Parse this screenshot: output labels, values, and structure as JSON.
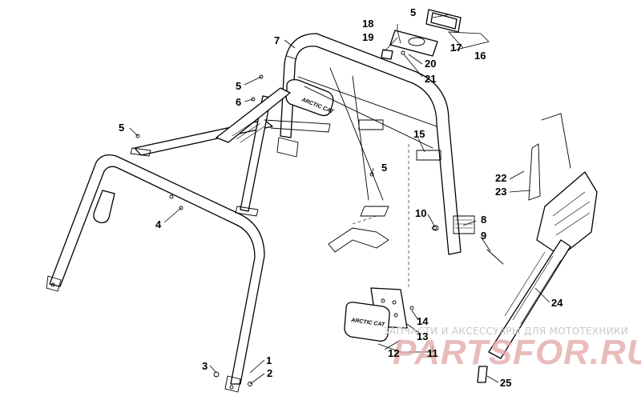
{
  "callouts": [
    {
      "id": "c1",
      "label": "1"
    },
    {
      "id": "c2",
      "label": "2"
    },
    {
      "id": "c3",
      "label": "3"
    },
    {
      "id": "c4",
      "label": "4"
    },
    {
      "id": "c5a",
      "label": "5"
    },
    {
      "id": "c5b",
      "label": "5"
    },
    {
      "id": "c5c",
      "label": "5"
    },
    {
      "id": "c5d",
      "label": "5"
    },
    {
      "id": "c6",
      "label": "6"
    },
    {
      "id": "c7",
      "label": "7"
    },
    {
      "id": "c8",
      "label": "8"
    },
    {
      "id": "c9",
      "label": "9"
    },
    {
      "id": "c10",
      "label": "10"
    },
    {
      "id": "c11",
      "label": "11"
    },
    {
      "id": "c12",
      "label": "12"
    },
    {
      "id": "c13",
      "label": "13"
    },
    {
      "id": "c14",
      "label": "14"
    },
    {
      "id": "c15",
      "label": "15"
    },
    {
      "id": "c16",
      "label": "16"
    },
    {
      "id": "c17",
      "label": "17"
    },
    {
      "id": "c18",
      "label": "18"
    },
    {
      "id": "c19",
      "label": "19"
    },
    {
      "id": "c20",
      "label": "20"
    },
    {
      "id": "c21",
      "label": "21"
    },
    {
      "id": "c22",
      "label": "22"
    },
    {
      "id": "c23",
      "label": "23"
    },
    {
      "id": "c24",
      "label": "24"
    },
    {
      "id": "c25",
      "label": "25"
    }
  ],
  "watermark": {
    "caption": "ЗАПЧАСТИ И АКСЕССУАРЫ ДЛЯ МОТОТЕХНИКИ",
    "logo": "PARTSFOR.RU"
  },
  "colors": {
    "line": "#000000",
    "background": "#ffffff",
    "watermark_logo": "#e2a6a6",
    "watermark_caption": "#c8c8c8"
  }
}
